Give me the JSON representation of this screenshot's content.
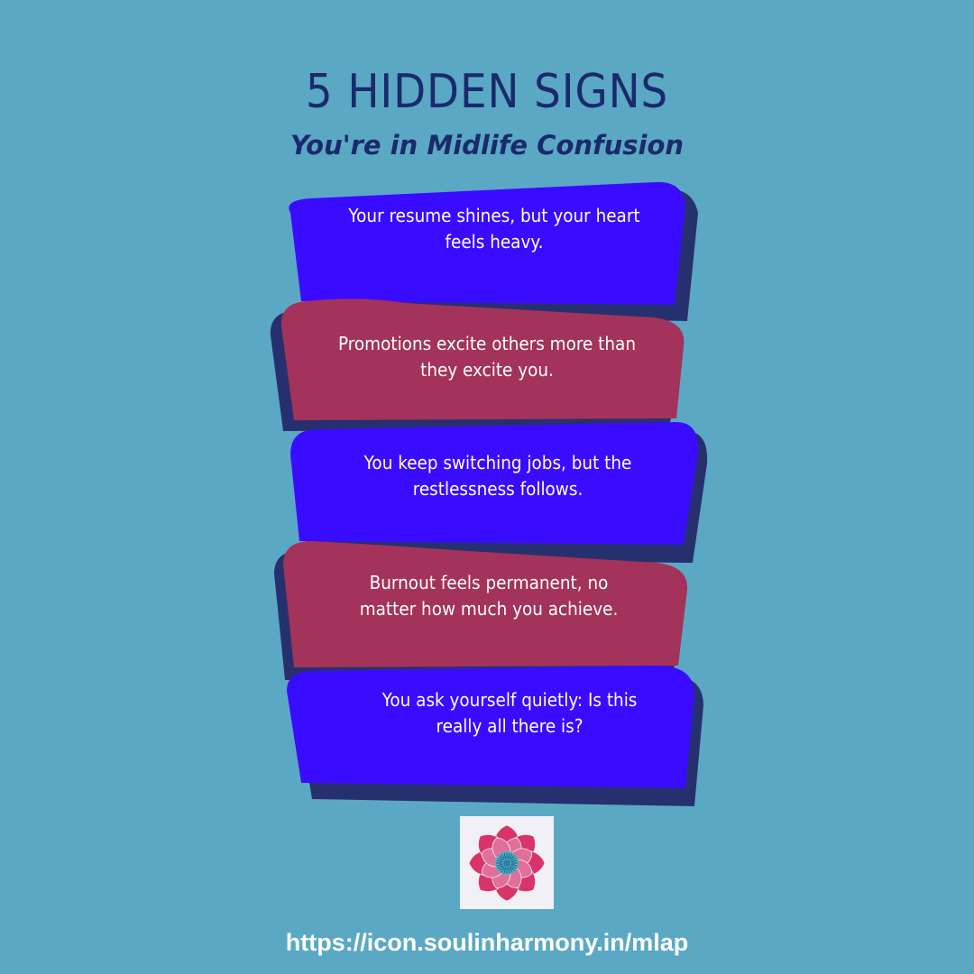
{
  "header": {
    "title": "5 HIDDEN SIGNS",
    "subtitle": "You're in Midlife Confusion"
  },
  "signs": [
    {
      "text": "Your resume shines, but your heart feels heavy."
    },
    {
      "text": "Promotions excite others more than they excite you."
    },
    {
      "text": "You keep switching jobs, but the restlessness follows."
    },
    {
      "text": "Burnout feels permanent, no matter how much you achieve."
    },
    {
      "text": "You ask yourself quietly: Is this really all there is?"
    }
  ],
  "logo": {
    "icon": "mandala-flower-icon"
  },
  "footer": {
    "url": "https://icon.soulinharmony.in/mlap"
  },
  "colors": {
    "background": "#5ba8c5",
    "title": "#1a2a6c",
    "card_blue": "#3a0cff",
    "card_maroon": "#a3335a",
    "card_shadow": "#27306e",
    "card_text": "#ffffff",
    "url_text": "#ffffff"
  }
}
